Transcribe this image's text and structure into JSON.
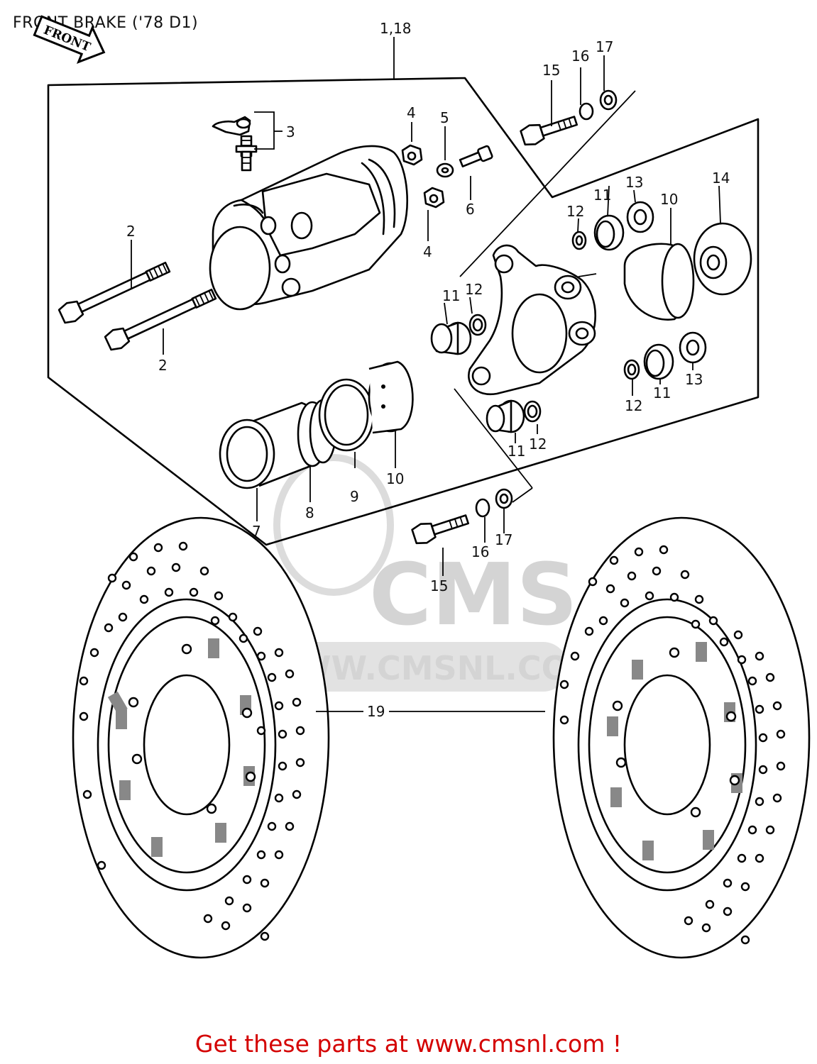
{
  "title": "FRONT BRAKE ('78 D1)",
  "footer_text": "Get these parts at www.cmsnl.com !",
  "front_arrow_label": "FRONT",
  "watermark": {
    "logo_text": "CMS",
    "url_text": "WWW.CMSNL.COM"
  },
  "callouts": {
    "c1_18": "1,18",
    "c2a": "2",
    "c2b": "2",
    "c3": "3",
    "c4a": "4",
    "c4b": "4",
    "c5": "5",
    "c6": "6",
    "c7": "7",
    "c8": "8",
    "c9": "9",
    "c10a": "10",
    "c10b": "10",
    "c11a": "11",
    "c11b": "11",
    "c11c": "11",
    "c11d": "11",
    "c12a": "12",
    "c12b": "12",
    "c12c": "12",
    "c12d": "12",
    "c13a": "13",
    "c13b": "13",
    "c14": "14",
    "c15a": "15",
    "c15b": "15",
    "c16a": "16",
    "c16b": "16",
    "c17a": "17",
    "c17b": "17",
    "c19": "19"
  }
}
